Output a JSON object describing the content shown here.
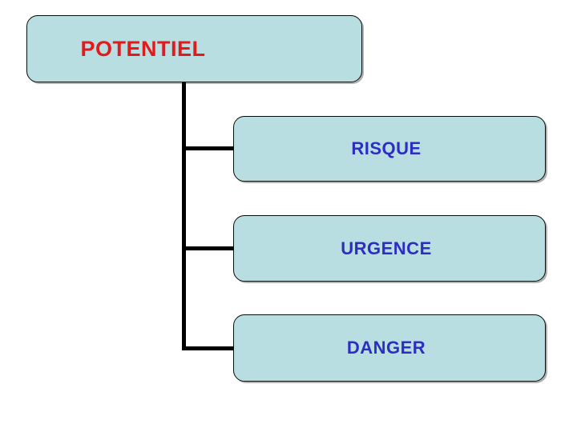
{
  "diagram": {
    "title": "POTENTIEL",
    "type": "tree",
    "background_color": "#ffffff",
    "node_fill_color": "#b9dee2",
    "node_border_color": "#0b0b0b",
    "root_text_color": "#e01b1b",
    "child_text_color": "#2d2dc4",
    "connector_color": "#000000",
    "root": {
      "label": "POTENTIEL"
    },
    "children": [
      {
        "label": "RISQUE"
      },
      {
        "label": "URGENCE"
      },
      {
        "label": "DANGER"
      }
    ]
  }
}
